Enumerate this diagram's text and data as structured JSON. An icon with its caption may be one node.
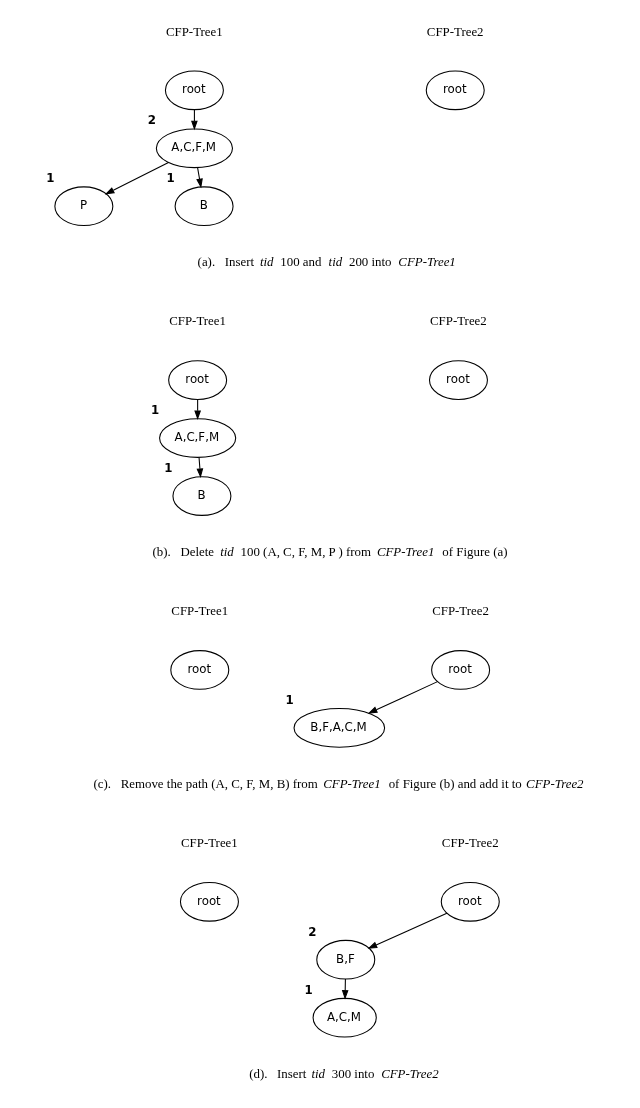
{
  "diagram": {
    "nodes": [
      {
        "text": [
          "root"
        ]
      },
      {
        "text": [
          "A,C,F,M"
        ],
        "beside": [
          "2"
        ]
      },
      {
        "text": [
          "P"
        ],
        "beside": [
          "1"
        ]
      },
      {
        "text": [
          "B"
        ],
        "beside": [
          "1"
        ]
      },
      {
        "text": [
          "root"
        ]
      },
      {
        "text": [
          "root"
        ]
      },
      {
        "text": [
          "A,C,F,M"
        ],
        "beside": [
          "1"
        ]
      },
      {
        "text": [
          "B"
        ],
        "beside": [
          "1"
        ]
      },
      {
        "text": [
          "root"
        ]
      },
      {
        "text": [
          "root"
        ]
      },
      {
        "text": [
          "root"
        ]
      },
      {
        "text": [
          "B,F,A,C,M"
        ],
        "beside": [
          "1"
        ]
      },
      {
        "text": [
          "root"
        ]
      },
      {
        "text": [
          "root"
        ]
      },
      {
        "text": [
          "B,F"
        ],
        "beside": [
          "2"
        ]
      },
      {
        "text": [
          "A,C,M"
        ],
        "beside": [
          "1"
        ]
      }
    ],
    "edges": [
      {
        "from": 0,
        "to": 1,
        "arrow": "to"
      },
      {
        "from": 1,
        "to": 2,
        "arrow": "to"
      },
      {
        "from": 1,
        "to": 3,
        "arrow": "to"
      },
      {
        "from": 5,
        "to": 6,
        "arrow": "to"
      },
      {
        "from": 6,
        "to": 7,
        "arrow": "to"
      },
      {
        "from": 10,
        "to": 11,
        "arrow": "to"
      },
      {
        "from": 13,
        "to": 14,
        "arrow": "to"
      },
      {
        "from": 14,
        "to": 15,
        "arrow": "to"
      }
    ],
    "labels": [
      "CFP-Tree1",
      "CFP-Tree2",
      "(a).   Insert *tid* 100 and *tid* 200 into *CFP-Tree1*",
      "CFP-Tree1",
      "CFP-Tree2",
      "(b).   Delete *tid* 100 (A, C, F, M, P ) from *CFP-Tree1* of Figure (a)",
      "CFP-Tree1",
      "CFP-Tree2",
      "(c).   Remove the path (A, C, F, M, B) from *CFP-Tree1* of Figure (b) and add it to *CFP-Tree2*",
      "CFP-Tree1",
      "CFP-Tree2",
      "(d).   Insert *tid* 300 into *CFP-Tree2*"
    ]
  }
}
